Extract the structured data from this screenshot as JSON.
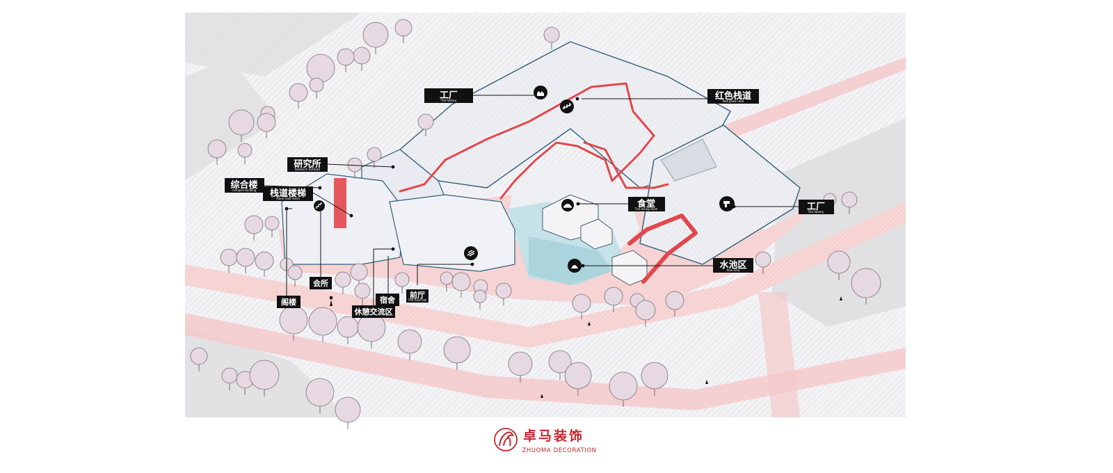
{
  "labels": {
    "factory_top": {
      "cn": "工厂",
      "en": "The factory"
    },
    "red_plank_road": {
      "cn": "红色栈道",
      "en": "Red plank road"
    },
    "research_institute": {
      "cn": "研究所",
      "en": "Research Institute"
    },
    "complex_building": {
      "cn": "综合楼",
      "en": "Complex building"
    },
    "plank_road_stairs": {
      "cn": "栈道楼梯",
      "en": "Plank road stairs"
    },
    "dining_room": {
      "cn": "食堂",
      "en": "The dining room"
    },
    "factory_right": {
      "cn": "工厂",
      "en": "The factory"
    },
    "pool_area": {
      "cn": "水池区",
      "en": "Pool area"
    },
    "clubhouse": {
      "cn": "会所",
      "en": ""
    },
    "attic": {
      "cn": "阁楼",
      "en": ""
    },
    "dormitory": {
      "cn": "宿舍",
      "en": ""
    },
    "front_hall": {
      "cn": "前厅",
      "en": "The front hall"
    },
    "rest_area": {
      "cn": "休憩交流区",
      "en": ""
    }
  },
  "brand": {
    "cn": "卓马装饰",
    "en": "ZHUOMA DECORATION"
  },
  "colors": {
    "accent_red": "#e2474d",
    "pink_path": "#f6c9c9",
    "building_outline": "#2f5d78",
    "pool": "#bfe0e5",
    "tree_fill": "#e6d9e1",
    "brand_red": "#c4262e"
  }
}
